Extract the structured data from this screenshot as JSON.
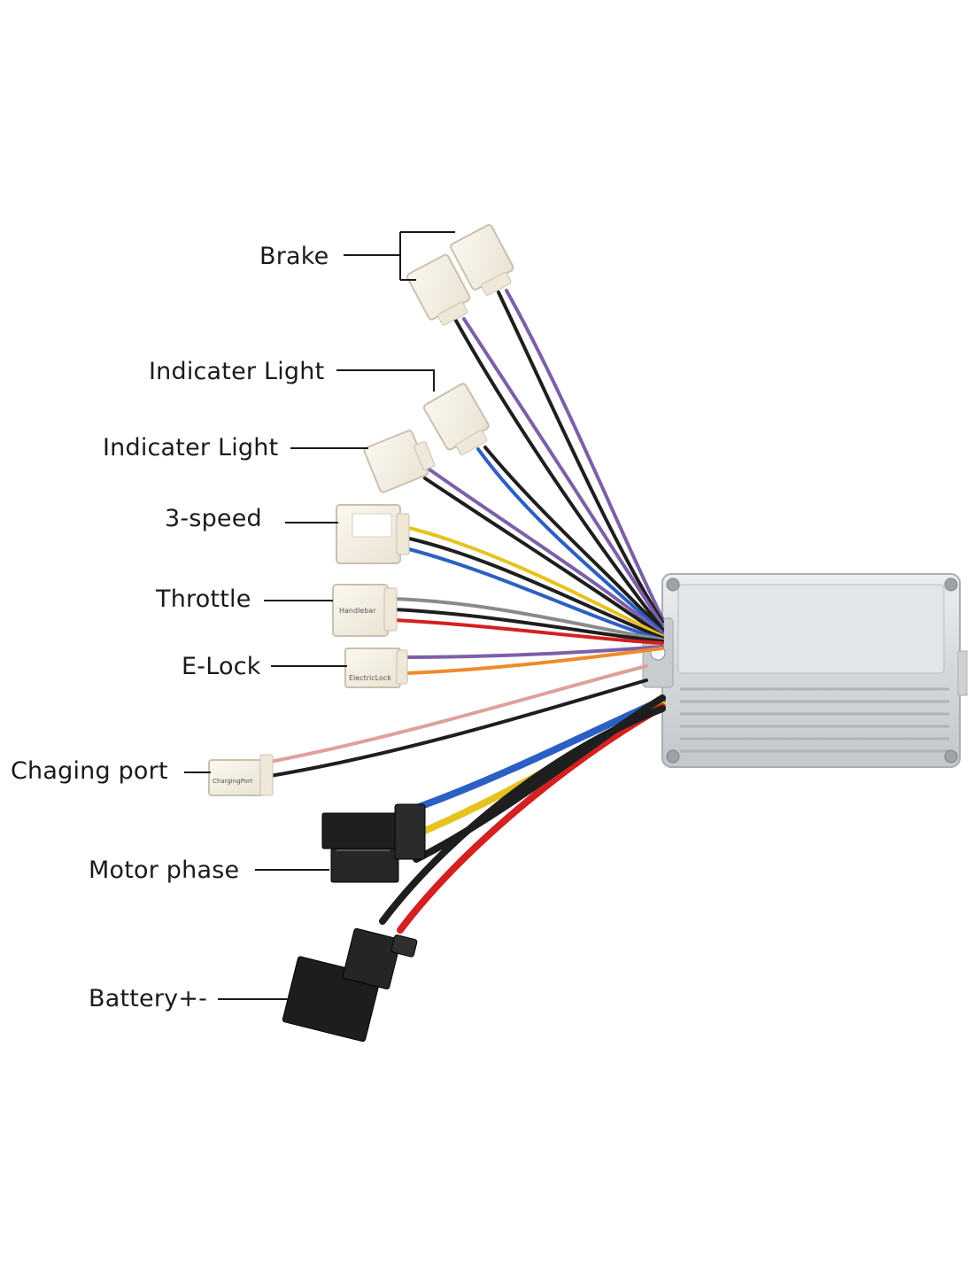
{
  "labels": {
    "brake": "Brake",
    "indicator_light_1": "Indicater Light",
    "indicator_light_2": "Indicater Light",
    "three_speed": "3-speed",
    "throttle": "Throttle",
    "e_lock": "E-Lock",
    "charging_port": "Chaging port",
    "motor_phase": "Motor phase",
    "battery": "Battery+-"
  },
  "connector_marks": {
    "e_lock": "ElectricLock",
    "throttle": "Handlebar",
    "charging": "ChargingPort"
  },
  "colors": {
    "purple": "#7d5fa8",
    "black": "#1e1e1e",
    "blue": "#2c5fc4",
    "yellow": "#e6c21f",
    "red": "#d42020",
    "orange": "#f08a2a",
    "pink": "#e0a09a",
    "grey": "#8a8a8a",
    "housing": "#d9dcdf",
    "connector": "#f4efe3"
  }
}
